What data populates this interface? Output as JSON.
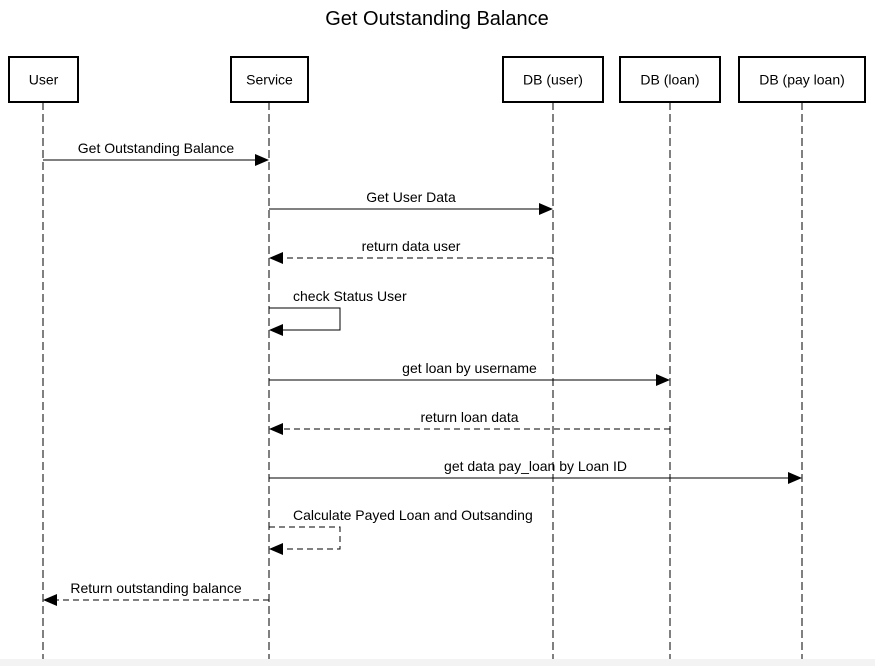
{
  "title": "Get Outstanding Balance",
  "actors": [
    {
      "id": "user",
      "label": "User"
    },
    {
      "id": "service",
      "label": "Service"
    },
    {
      "id": "db_user",
      "label": "DB (user)"
    },
    {
      "id": "db_loan",
      "label": "DB (loan)"
    },
    {
      "id": "db_pay_loan",
      "label": "DB (pay loan)"
    }
  ],
  "messages": [
    {
      "from": "user",
      "to": "service",
      "label": "Get Outstanding Balance",
      "style": "solid"
    },
    {
      "from": "service",
      "to": "db_user",
      "label": "Get User Data",
      "style": "solid"
    },
    {
      "from": "db_user",
      "to": "service",
      "label": "return data user",
      "style": "dashed"
    },
    {
      "from": "service",
      "to": "service",
      "label": "check Status User",
      "style": "solid"
    },
    {
      "from": "service",
      "to": "db_loan",
      "label": "get loan by username",
      "style": "solid"
    },
    {
      "from": "db_loan",
      "to": "service",
      "label": "return loan data",
      "style": "dashed"
    },
    {
      "from": "service",
      "to": "db_pay_loan",
      "label": "get data pay_loan by Loan ID",
      "style": "solid"
    },
    {
      "from": "service",
      "to": "service",
      "label": "Calculate Payed Loan and Outsanding",
      "style": "dashed"
    },
    {
      "from": "service",
      "to": "user",
      "label": "Return outstanding balance",
      "style": "dashed"
    }
  ]
}
